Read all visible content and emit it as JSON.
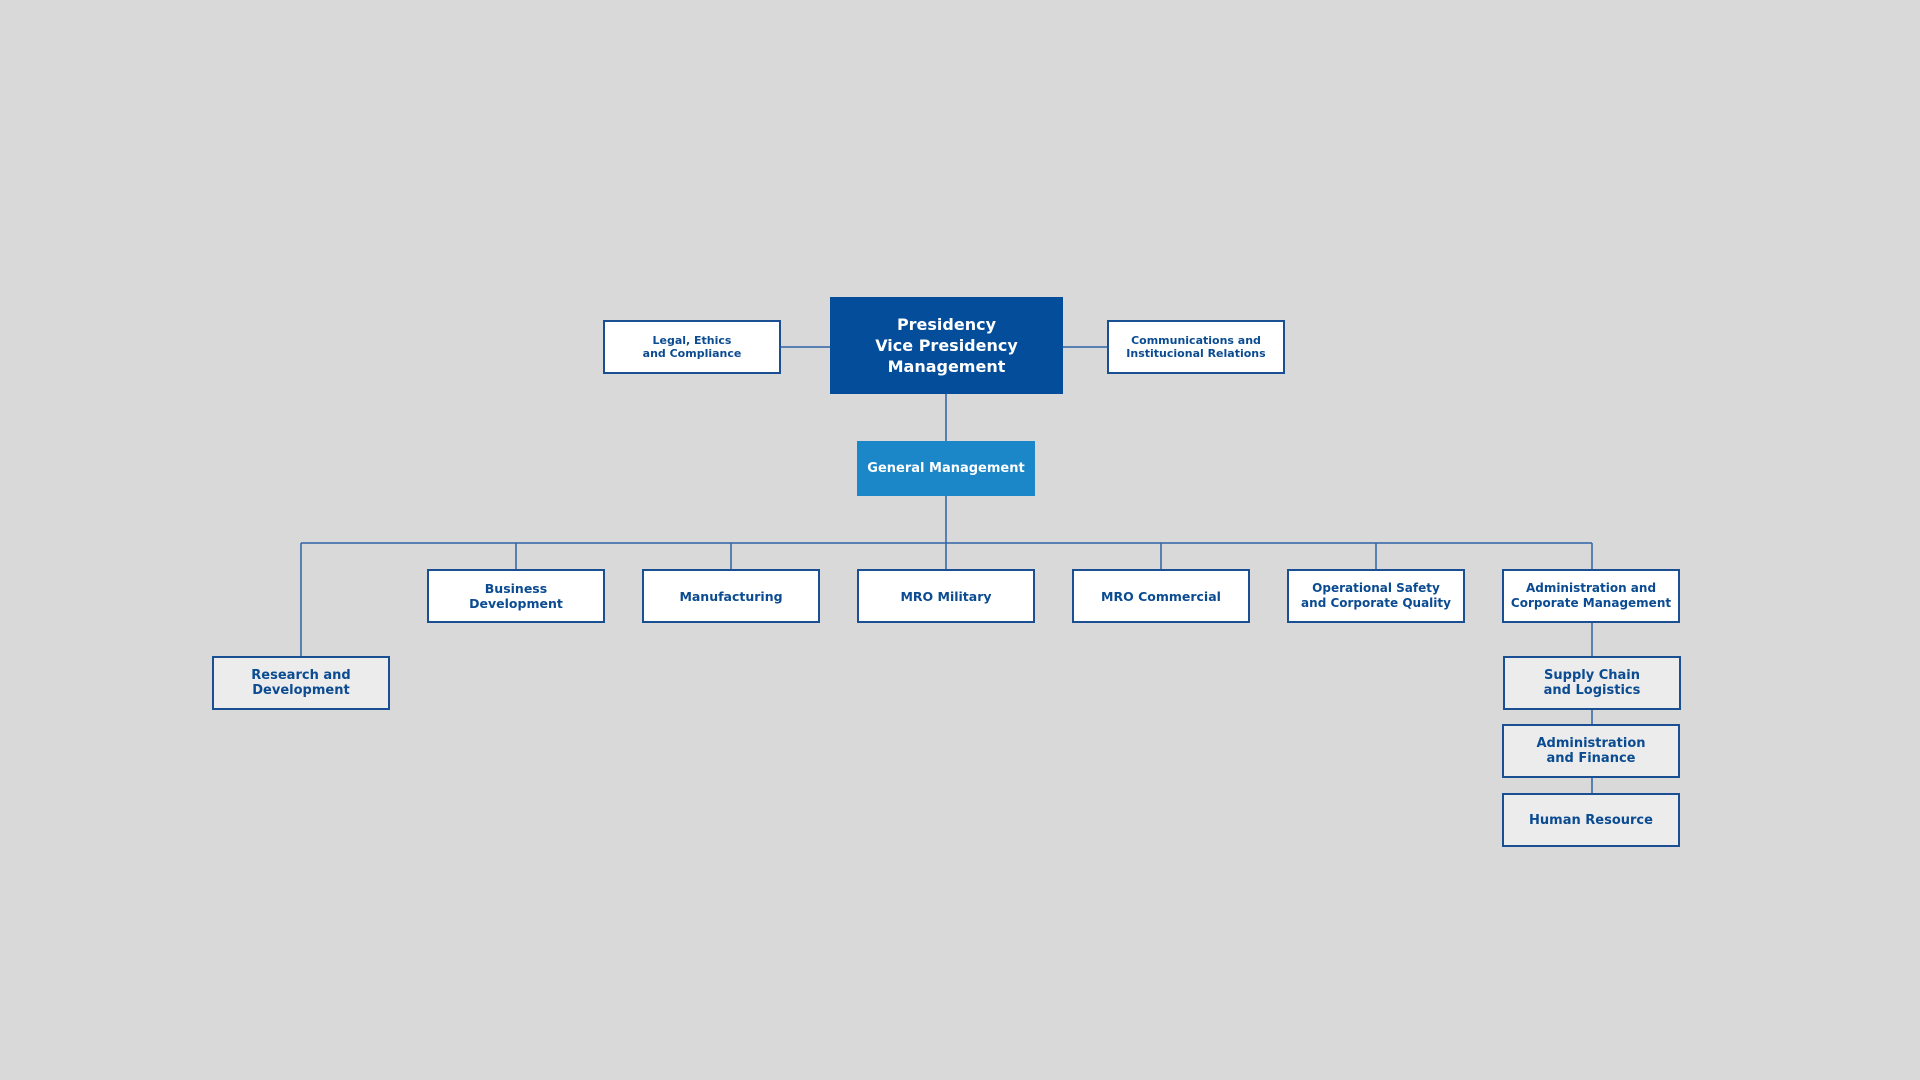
{
  "org_chart": {
    "top": "Presidency\nVice Presidency\nManagement",
    "staff_left": "Legal, Ethics\nand Compliance",
    "staff_right": "Communications and\nInstitucional Relations",
    "general": "General Management",
    "departments": [
      "Business\nDevelopment",
      "Manufacturing",
      "MRO Military",
      "MRO Commercial",
      "Operational Safety\nand Corporate Quality",
      "Administration and\nCorporate Management"
    ],
    "research": "Research and\nDevelopment",
    "admin_children": [
      "Supply Chain\nand Logistics",
      "Administration\nand Finance",
      "Human Resource"
    ]
  },
  "colors": {
    "background": "#d9d9d9",
    "top_fill": "#034d9a",
    "general_fill": "#1b87c9",
    "outline": "#1b4f93",
    "text_dark": "#0b4b91",
    "connector": "#2e62a6"
  }
}
